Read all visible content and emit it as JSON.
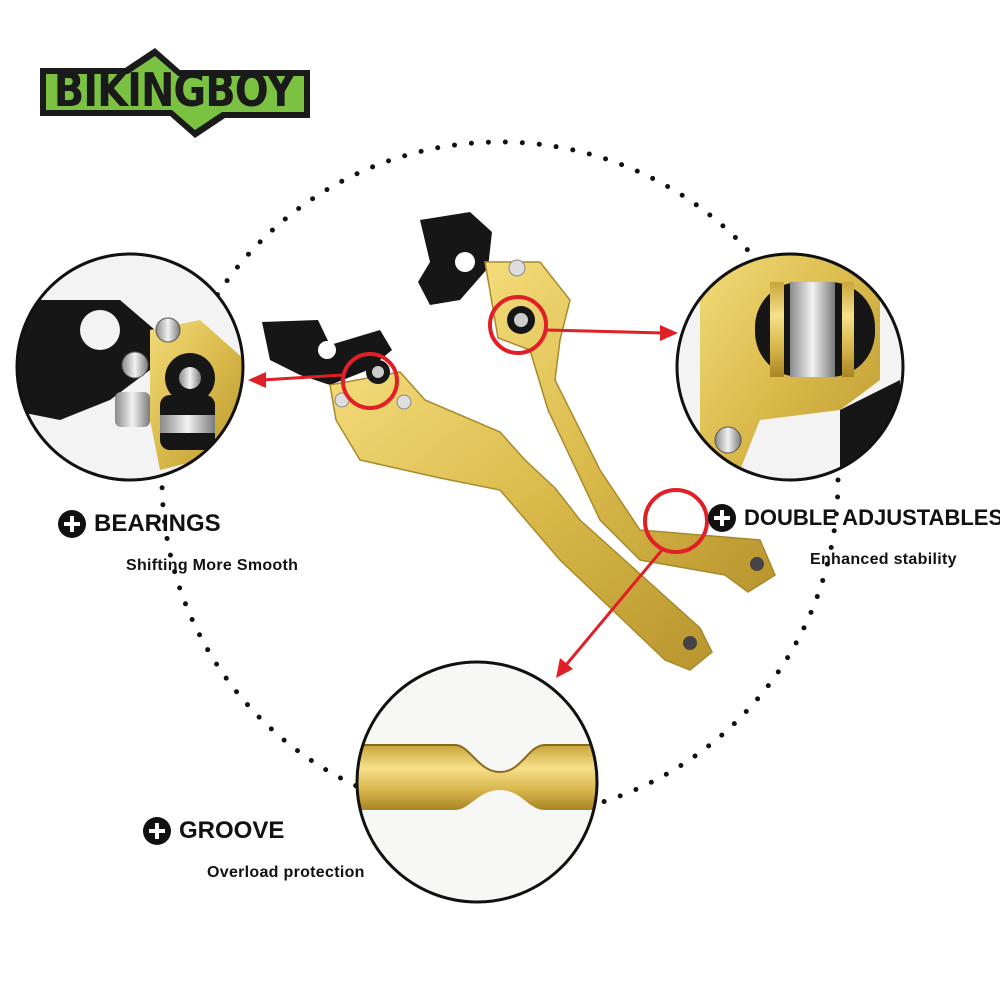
{
  "brand": {
    "logo_text": "BIKINGBOY",
    "logo_color": "#7bc242"
  },
  "features": [
    {
      "title": "BEARINGS",
      "subtitle": "Shifting More Smooth"
    },
    {
      "title": "DOUBLE ADJUSTABLES",
      "subtitle": "Enhanced stability"
    },
    {
      "title": "GROOVE",
      "subtitle": "Overload protection"
    }
  ],
  "colors": {
    "gold": "#d9b94a",
    "black": "#161616",
    "callout_red": "#e01f26",
    "dots": "#111111"
  },
  "icons": {
    "feature_marker": "plus-circle-icon"
  }
}
